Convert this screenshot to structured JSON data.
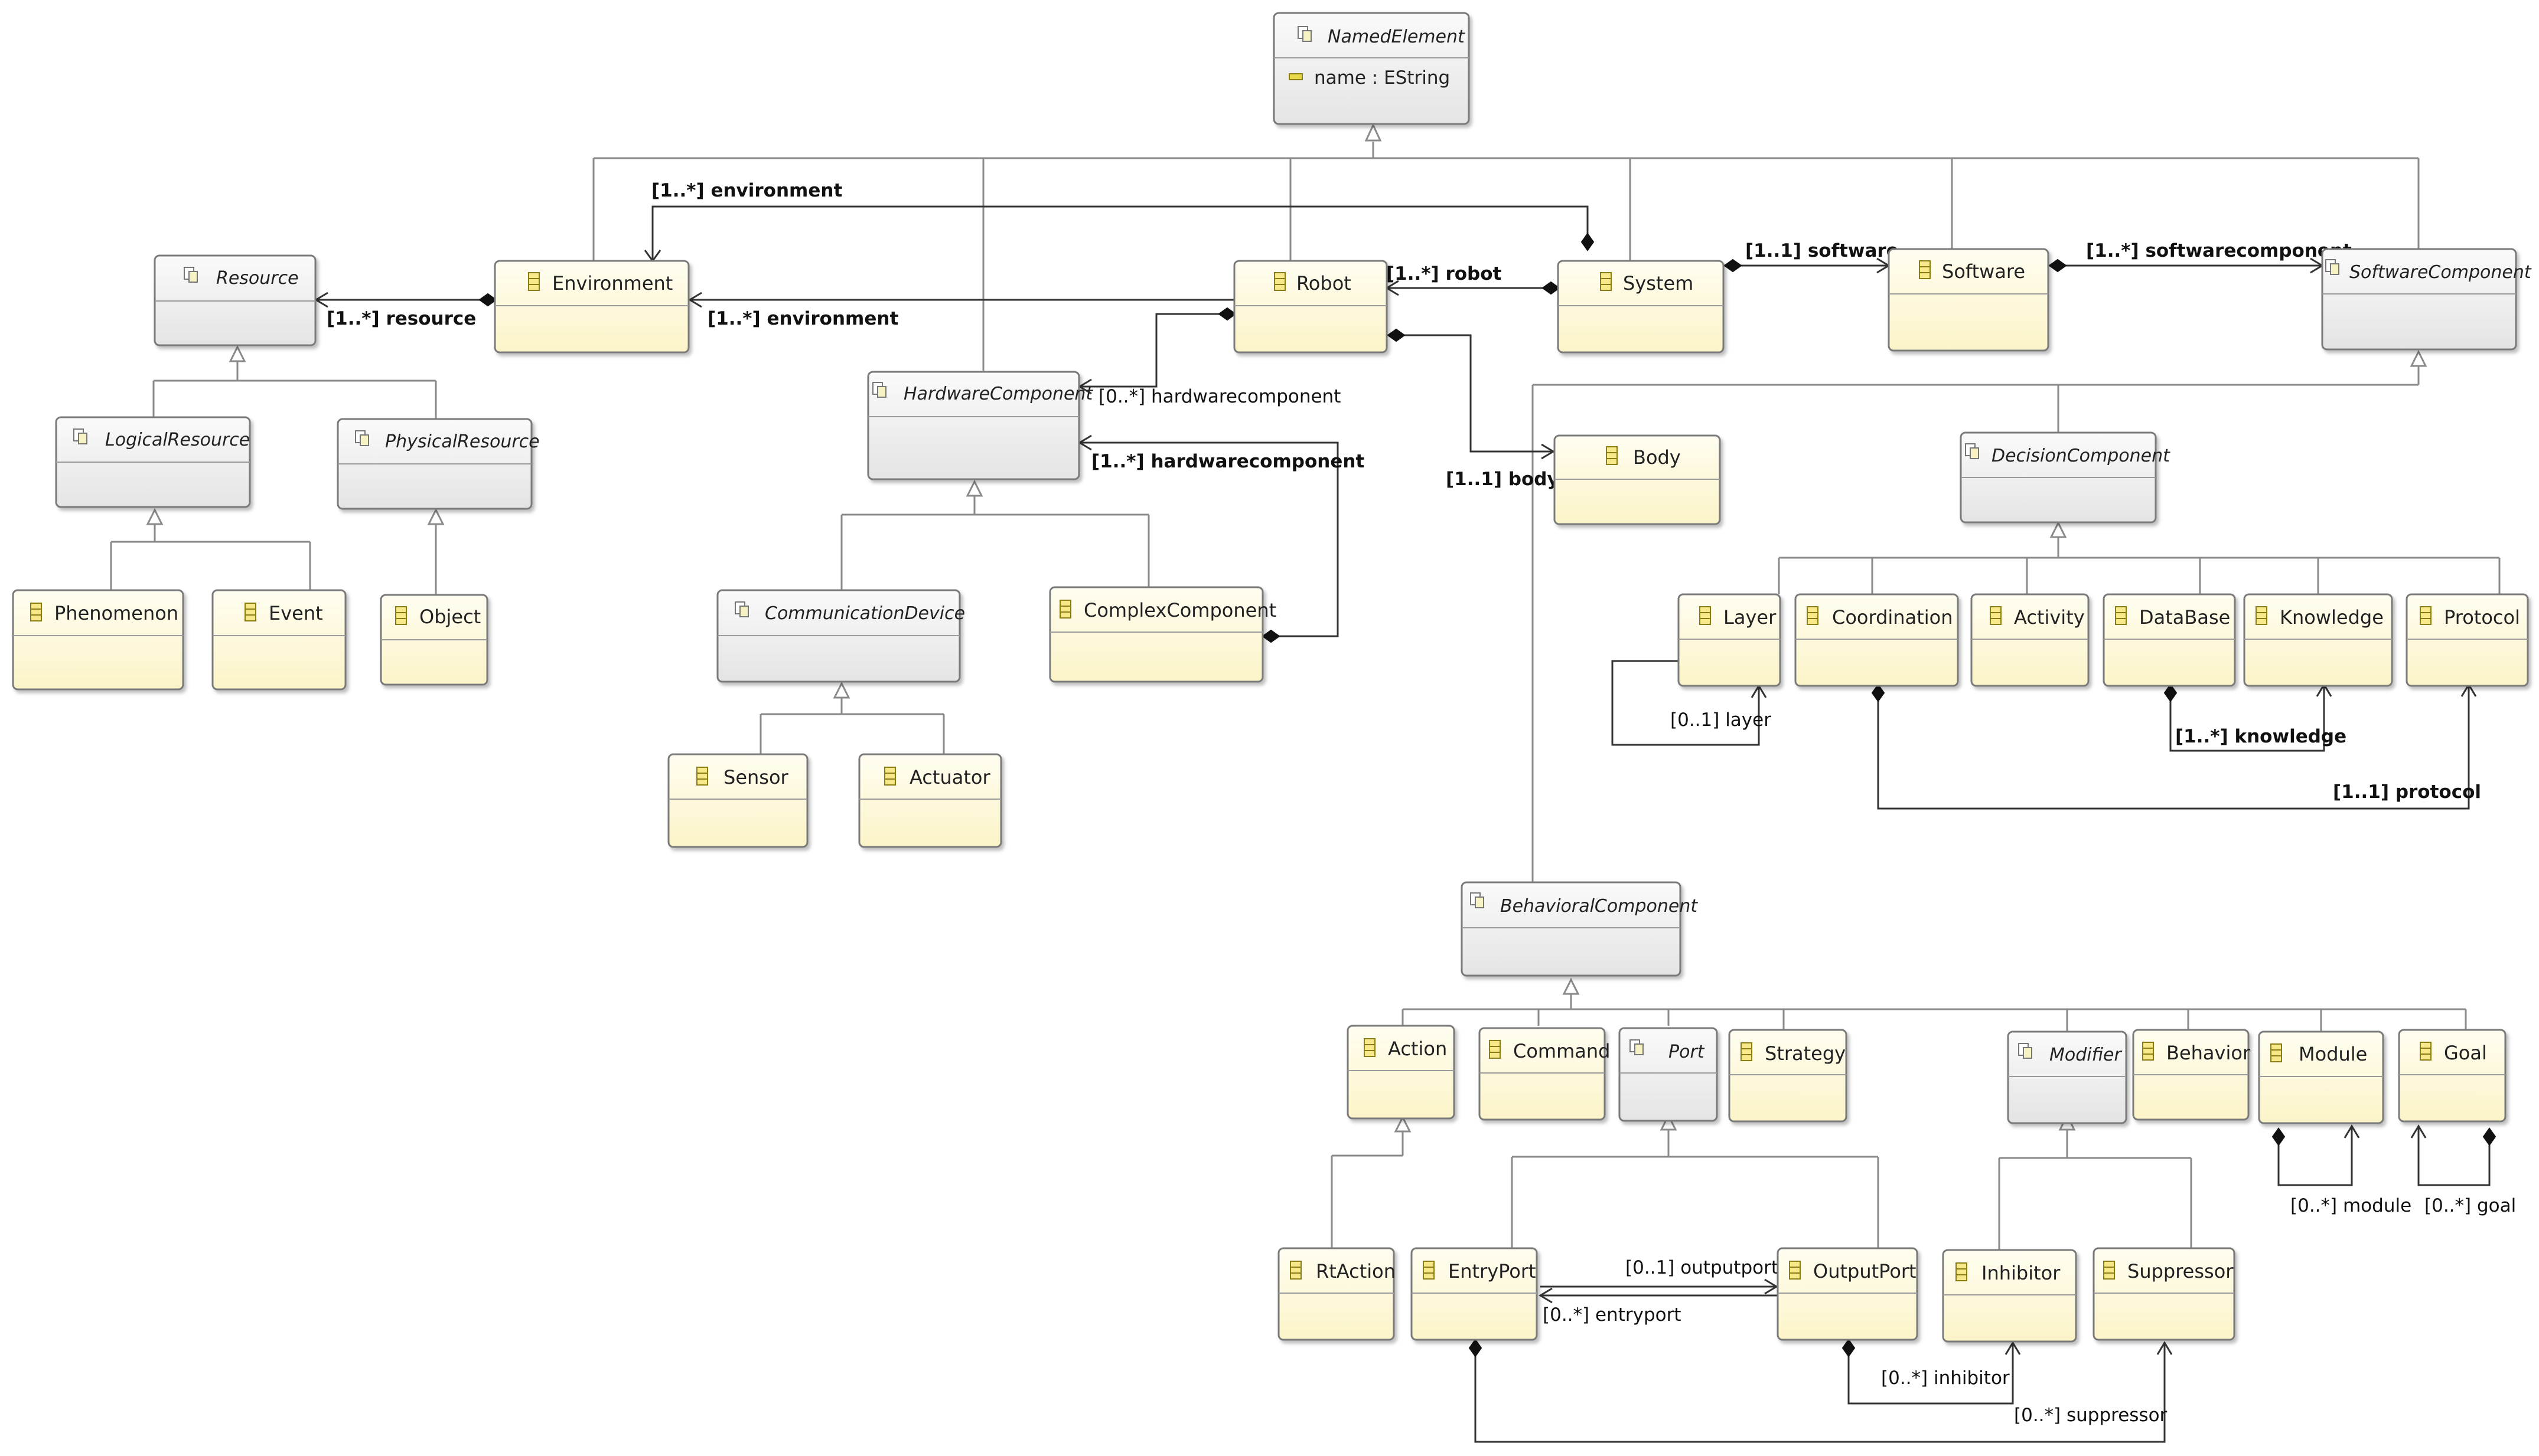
{
  "classes": {
    "named_element": {
      "name": "NamedElement",
      "attr": "name : EString"
    },
    "resource": {
      "name": "Resource"
    },
    "environment": {
      "name": "Environment"
    },
    "robot": {
      "name": "Robot"
    },
    "system": {
      "name": "System"
    },
    "software": {
      "name": "Software"
    },
    "software_component": {
      "name": "SoftwareComponent"
    },
    "logical_resource": {
      "name": "LogicalResource"
    },
    "physical_resource": {
      "name": "PhysicalResource"
    },
    "hardware_component": {
      "name": "HardwareComponent"
    },
    "body": {
      "name": "Body"
    },
    "decision_component": {
      "name": "DecisionComponent"
    },
    "phenomenon": {
      "name": "Phenomenon"
    },
    "event": {
      "name": "Event"
    },
    "object": {
      "name": "Object"
    },
    "communication_device": {
      "name": "CommunicationDevice"
    },
    "complex_component": {
      "name": "ComplexComponent"
    },
    "sensor": {
      "name": "Sensor"
    },
    "actuator": {
      "name": "Actuator"
    },
    "layer": {
      "name": "Layer"
    },
    "coordination": {
      "name": "Coordination"
    },
    "activity": {
      "name": "Activity"
    },
    "database": {
      "name": "DataBase"
    },
    "knowledge": {
      "name": "Knowledge"
    },
    "protocol": {
      "name": "Protocol"
    },
    "behavioral_component": {
      "name": "BehavioralComponent"
    },
    "action": {
      "name": "Action"
    },
    "command": {
      "name": "Command"
    },
    "port": {
      "name": "Port"
    },
    "strategy": {
      "name": "Strategy"
    },
    "modifier": {
      "name": "Modifier"
    },
    "behavior": {
      "name": "Behavior"
    },
    "module": {
      "name": "Module"
    },
    "goal": {
      "name": "Goal"
    },
    "rt_action": {
      "name": "RtAction"
    },
    "entry_port": {
      "name": "EntryPort"
    },
    "output_port": {
      "name": "OutputPort"
    },
    "inhibitor": {
      "name": "Inhibitor"
    },
    "suppressor": {
      "name": "Suppressor"
    }
  },
  "references": {
    "env_system": "[1..*] environment",
    "resource": "[1..*] resource",
    "env_robot": "[1..*] environment",
    "robot": "[1..*] robot",
    "software": "[1..1] software",
    "softwarecomponent": "[1..*] softwarecomponent",
    "hw_robot": "[0..*] hardwarecomponent",
    "hw_complex": "[1..*] hardwarecomponent",
    "body": "[1..1] body",
    "layer": "[0..1] layer",
    "knowledge": "[1..*] knowledge",
    "protocol": "[1..1] protocol",
    "module": "[0..*] module",
    "goal": "[0..*] goal",
    "outputport": "[0..1] outputport",
    "entryport": "[0..*] entryport",
    "inhibitor": "[0..*] inhibitor",
    "suppressor": "[0..*] suppressor"
  },
  "colors": {
    "concrete_fill": "#fdf9dc",
    "abstract_fill": "#f1f1f1",
    "border": "#7a7a7a",
    "line": "#555555"
  }
}
